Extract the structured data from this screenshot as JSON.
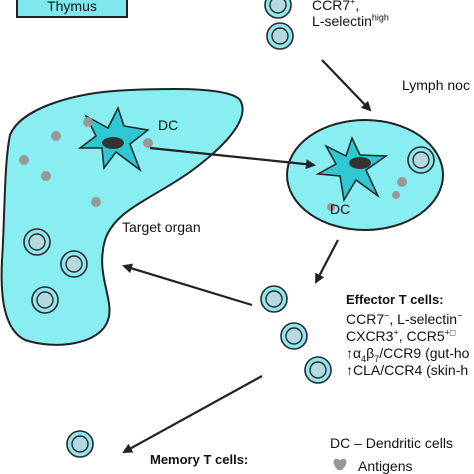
{
  "thymus": {
    "label": "Thymus"
  },
  "naive_markers": {
    "ccr7": "CCR7",
    "ccr7_sup": "+",
    "lsel": "L-selectin",
    "lsel_sup": "high"
  },
  "lymph_node": {
    "label": "Lymph noc"
  },
  "target_organ": {
    "dc_label": "DC",
    "label": "Target organ"
  },
  "lymph_node_dc": {
    "label": "DC"
  },
  "effector": {
    "title": "Effector T cells:",
    "line1": {
      "a": "CCR7",
      "a_sup": "−",
      "b": ", L-selectin",
      "b_sup": "−"
    },
    "line2": {
      "a": "CXCR3",
      "a_sup": "+",
      "b": ", CCR5",
      "b_sup": "+",
      "c": "□"
    },
    "line3": {
      "arrow": "↑",
      "alpha": "α",
      "alpha_sub": "4",
      "beta": "β",
      "beta_sub": "7",
      "rest": "/CCR9 (gut-ho"
    },
    "line4": {
      "text": "↑CLA/CCR4 (skin-h"
    }
  },
  "memory": {
    "title": "Memory T cells:"
  },
  "legend": {
    "dc": "DC – Dendritic cells",
    "antigens": "Antigens"
  },
  "colors": {
    "cyan_fill": "#88eef2",
    "cell_fill": "#8fe8f0",
    "cell_core": "#b5d9e0",
    "antigen": "#999999",
    "dc_fill": "#2fc8d2",
    "nucleus": "#333333"
  }
}
